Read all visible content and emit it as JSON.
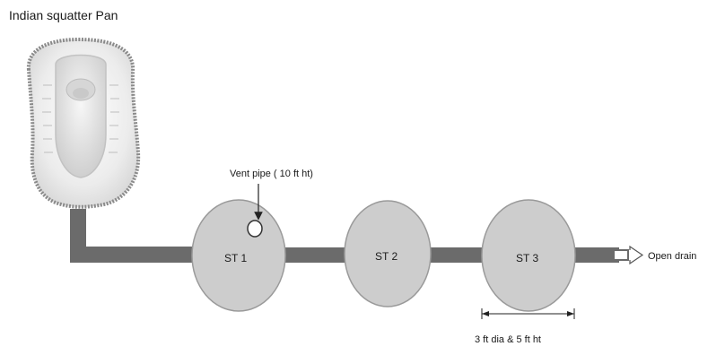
{
  "title": "Indian squatter Pan",
  "vent_label": "Vent pipe  ( 10 ft ht)",
  "tanks": [
    {
      "label": "ST 1"
    },
    {
      "label": "ST 2"
    },
    {
      "label": "ST 3"
    }
  ],
  "drain_label": "Open drain",
  "dimension_label": "3 ft dia & 5 ft ht",
  "colors": {
    "pipe": "#6b6b6b",
    "tank_fill": "#cdcdcd",
    "tank_stroke": "#9a9a9a",
    "pan_rim": "#8a8a8a",
    "pan_fill": "#eeeeee"
  }
}
